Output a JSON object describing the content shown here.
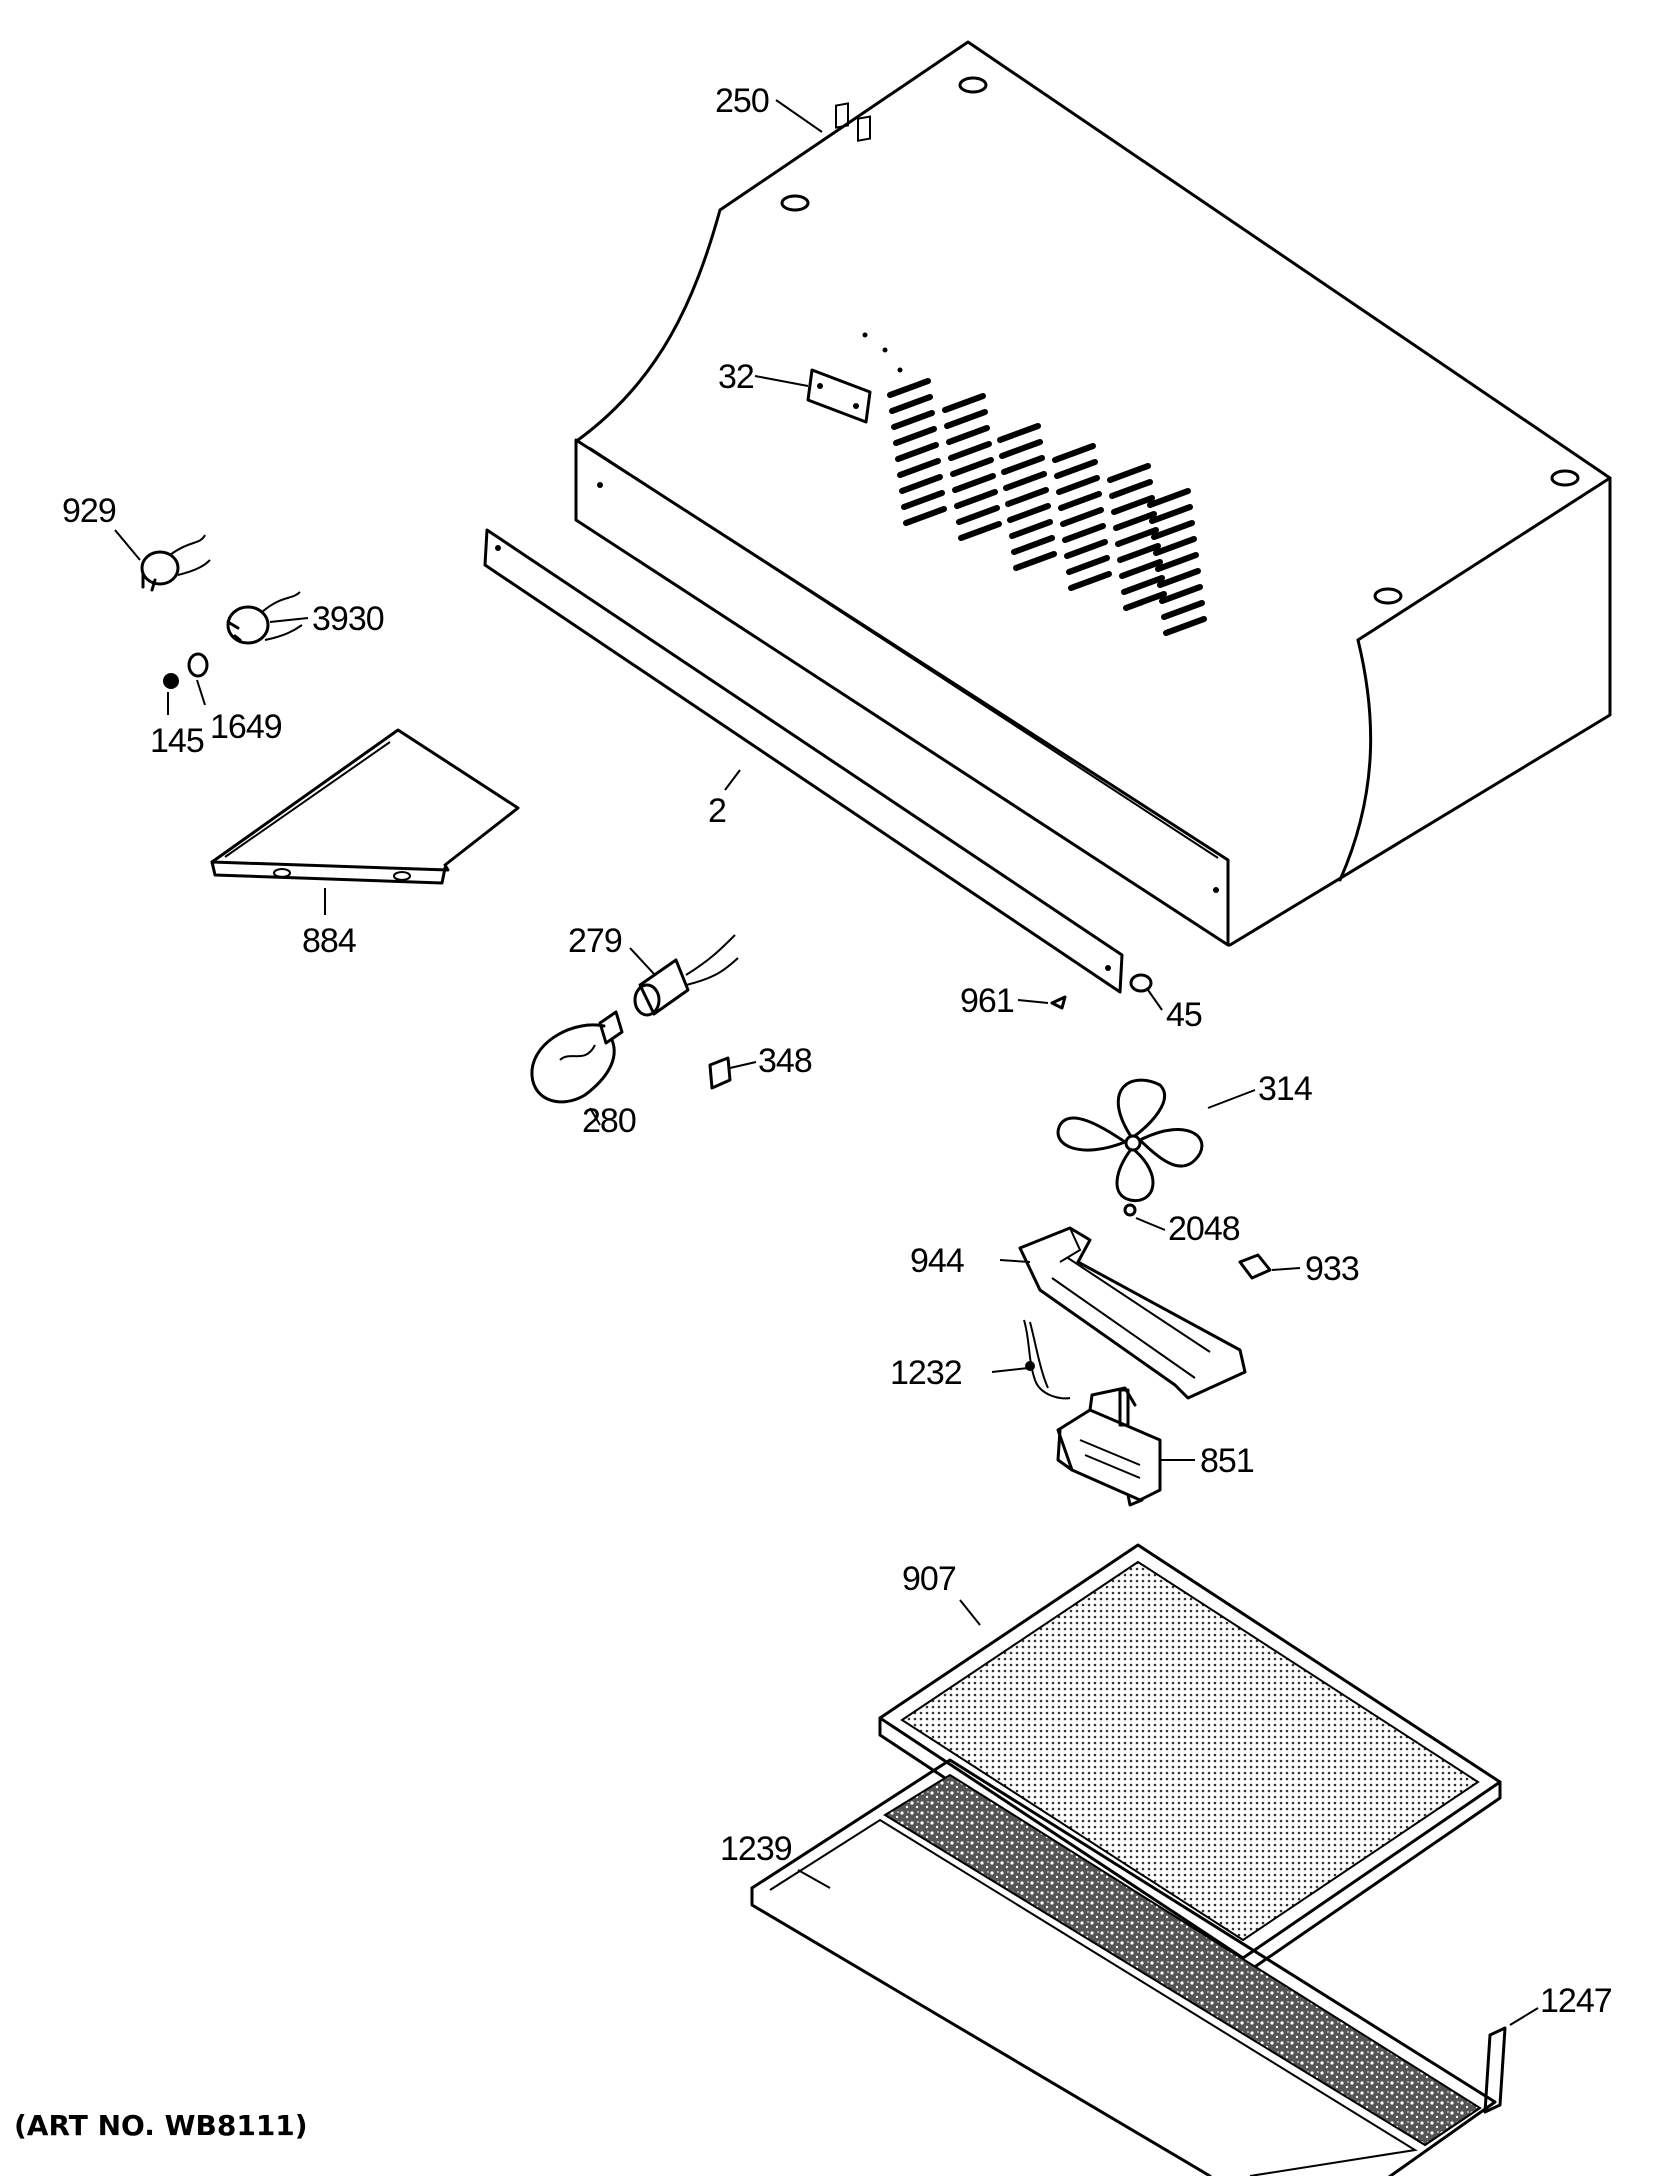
{
  "diagram": {
    "art_number": "(ART NO. WB8111)",
    "parts": [
      {
        "id": "p250",
        "label": "250"
      },
      {
        "id": "p32",
        "label": "32"
      },
      {
        "id": "p929",
        "label": "929"
      },
      {
        "id": "p3930",
        "label": "3930"
      },
      {
        "id": "p145",
        "label": "145"
      },
      {
        "id": "p1649",
        "label": "1649"
      },
      {
        "id": "p2",
        "label": "2"
      },
      {
        "id": "p884",
        "label": "884"
      },
      {
        "id": "p279",
        "label": "279"
      },
      {
        "id": "p280",
        "label": "280"
      },
      {
        "id": "p348",
        "label": "348"
      },
      {
        "id": "p961",
        "label": "961"
      },
      {
        "id": "p45",
        "label": "45"
      },
      {
        "id": "p314",
        "label": "314"
      },
      {
        "id": "p2048",
        "label": "2048"
      },
      {
        "id": "p944",
        "label": "944"
      },
      {
        "id": "p933",
        "label": "933"
      },
      {
        "id": "p1232",
        "label": "1232"
      },
      {
        "id": "p851",
        "label": "851"
      },
      {
        "id": "p907",
        "label": "907"
      },
      {
        "id": "p1239",
        "label": "1239"
      },
      {
        "id": "p1247",
        "label": "1247"
      }
    ]
  }
}
